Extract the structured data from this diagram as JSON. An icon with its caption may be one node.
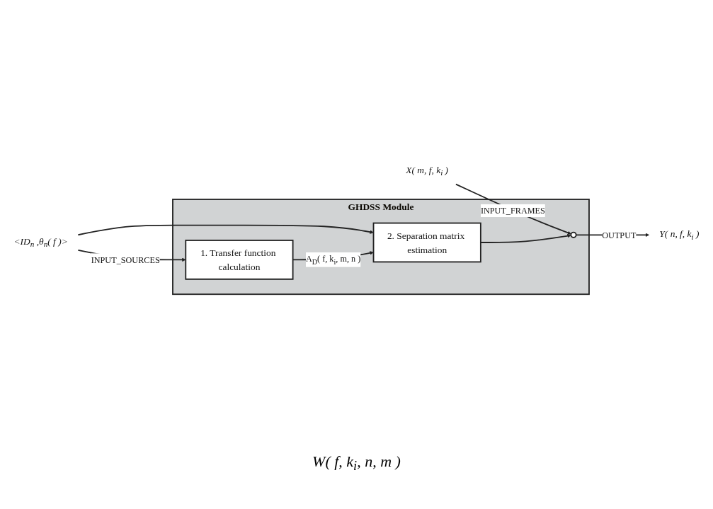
{
  "diagram": {
    "nodes": [
      {
        "text": [
          "GHDSS Module"
        ]
      },
      {
        "text": [
          "2. Separation matrix estimation"
        ],
        "in": 0
      },
      {
        "text": [],
        "shape": "circle",
        "in": 0
      },
      {
        "text": [
          "1. Transfer function calculation"
        ],
        "in": 0
      },
      {
        "text": [
          "X( m, f, k$_{i}$ )"
        ]
      },
      {
        "text": [
          "Y( n, f, k$_{i}$ )"
        ]
      },
      {
        "text": [
          "<ID$_{n}$ ,θ$_{n}$( f )>"
        ]
      }
    ],
    "edges": [
      {
        "from": 4,
        "to": 2,
        "arrow": "to",
        "label": "INPUT_FRAMES"
      },
      {
        "from": 1,
        "to": 2,
        "arrow": "to"
      },
      {
        "from": 2,
        "to": 5,
        "arrow": "to",
        "label": "OUTPUT"
      },
      {
        "from": 6,
        "to": 3,
        "arrow": "to",
        "label": "INPUT_SOURCES"
      },
      {
        "from": 6,
        "to": 1,
        "arrow": "to"
      },
      {
        "from": 3,
        "to": 1,
        "arrow": "to",
        "label": "A$_{D}$( f, k$_{i}$, m, n )"
      }
    ],
    "labels": [
      "W( f, k$_{i}$, n, m )"
    ]
  }
}
